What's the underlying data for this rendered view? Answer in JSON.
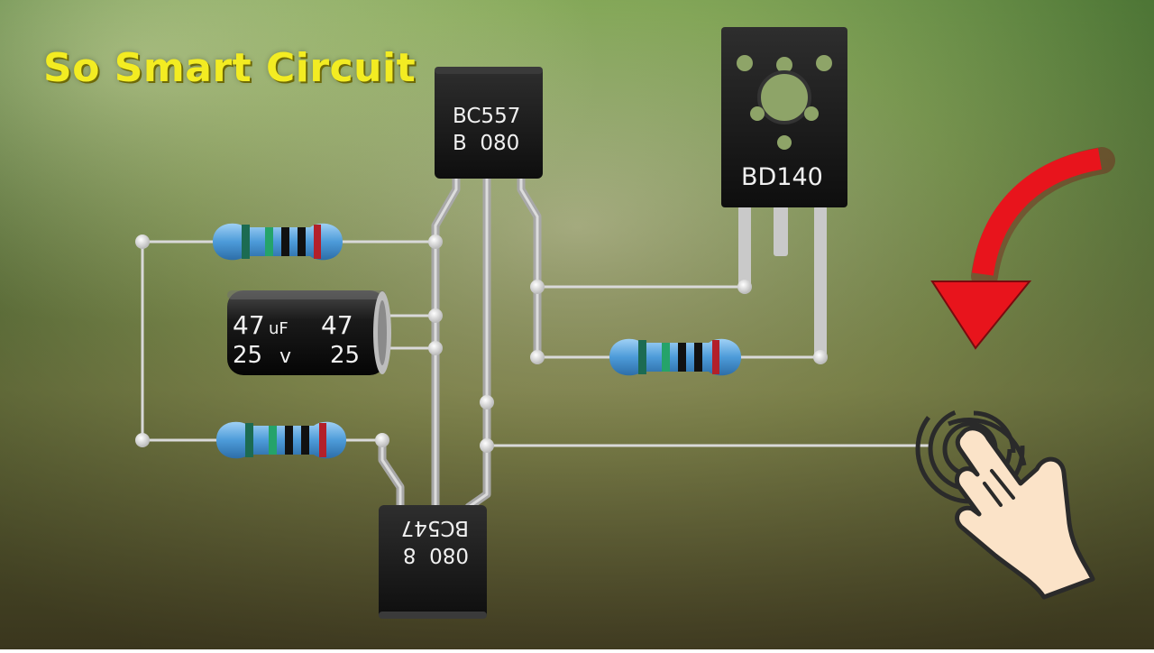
{
  "title": "So Smart Circuit",
  "components": {
    "q1": {
      "line1": "BC557",
      "line2": "B  080"
    },
    "q2": {
      "line1": "BD140"
    },
    "q3": {
      "line1": "080  8",
      "line2": "BC547"
    },
    "capacitor": {
      "cap_value_a": "47",
      "cap_unit_a": "uF",
      "voltage_a": "25",
      "voltage_unit_a": "v",
      "cap_value_b": "47",
      "voltage_b": "25"
    }
  },
  "icons": {
    "arrow": "red-curved-arrow-icon",
    "touch": "touch-hand-icon"
  },
  "colors": {
    "title": "#f3ec22",
    "arrow": "#e8141c",
    "resistor_body": "#5aa9e6",
    "wire": "#d8d8d8",
    "transistor": "#161616"
  }
}
